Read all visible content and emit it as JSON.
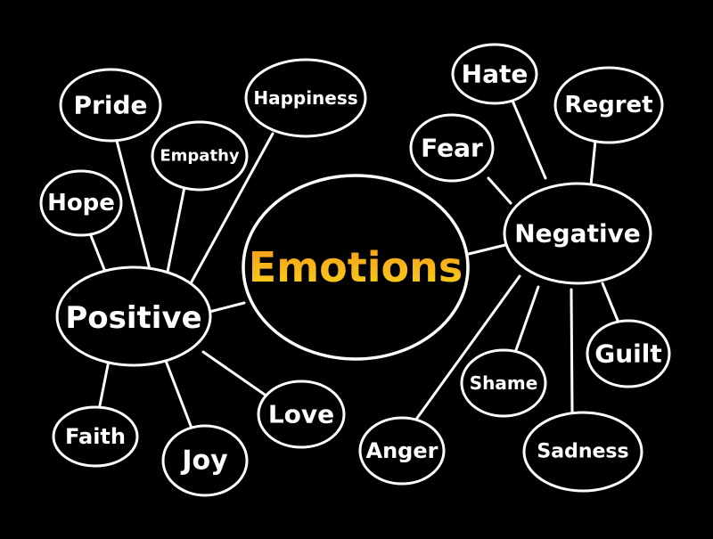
{
  "colors": {
    "background": "#000000",
    "line": "#ffffff",
    "center_gradient_top": "#f7a21b",
    "center_gradient_bottom": "#f7d31b"
  },
  "center": {
    "label": "Emotions"
  },
  "branches": {
    "positive": {
      "label": "Positive",
      "children": {
        "pride": "Pride",
        "empathy": "Empathy",
        "happiness": "Happiness",
        "hope": "Hope",
        "faith": "Faith",
        "joy": "Joy",
        "love": "Love"
      }
    },
    "negative": {
      "label": "Negative",
      "children": {
        "hate": "Hate",
        "regret": "Regret",
        "fear": "Fear",
        "guilt": "Guilt",
        "shame": "Shame",
        "anger": "Anger",
        "sadness": "Sadness"
      }
    }
  }
}
